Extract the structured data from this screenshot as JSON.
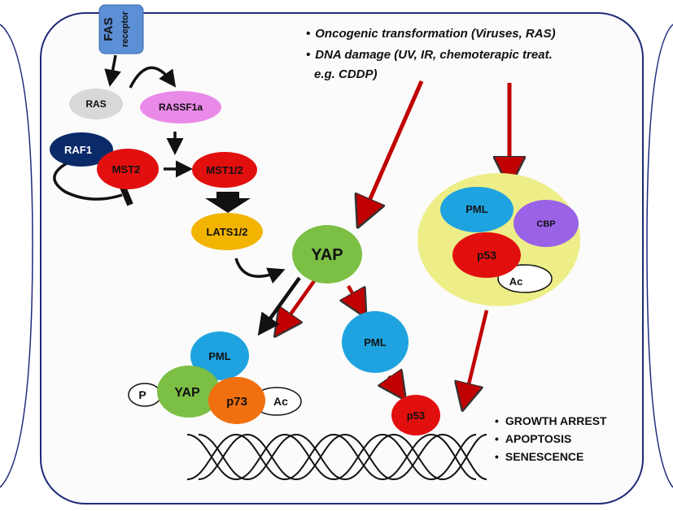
{
  "colors": {
    "cell_border": "#1f2a7a",
    "cell_fill": "#fbfbfb",
    "red_arrow": "#c00000",
    "black_arrow": "#111111",
    "pml": "#1fa3e0",
    "yap": "#7cbf45",
    "red_node": "#e20f0f",
    "p73": "#f07010",
    "lats": "#f2b400",
    "raf1": "#0b2a6a",
    "ras": "#d8d8d8",
    "rassf1a": "#ea8ae8",
    "fas": "#5b8fd6",
    "cbp": "#9a62e6",
    "complex": "#eeee88"
  },
  "nodes": {
    "fas_receptor": {
      "line1": "FAS",
      "line2": "receptor"
    },
    "ras": "RAS",
    "rassf1a": "RASSF1a",
    "raf1": "RAF1",
    "mst2": "MST2",
    "mst12": "MST1/2",
    "lats12": "LATS1/2",
    "yap_center": "YAP",
    "complex": {
      "pml": "PML",
      "cbp": "CBP",
      "p53": "p53",
      "ac": "Ac"
    },
    "pml_mid": "PML",
    "p53_bottom": "p53",
    "yap_complex": {
      "pml": "PML",
      "yap": "YAP",
      "p73": "p73",
      "p": "P",
      "ac": "Ac"
    }
  },
  "stimuli": [
    {
      "bullet": "•",
      "text": "Oncogenic transformation (Viruses, RAS)"
    },
    {
      "bullet": "•",
      "text": "DNA damage (UV, IR, chemoterapic treat."
    },
    {
      "bullet": "",
      "text": "e.g. CDDP)"
    }
  ],
  "outcomes": [
    {
      "bullet": "•",
      "text": "GROWTH ARREST"
    },
    {
      "bullet": "•",
      "text": "APOPTOSIS"
    },
    {
      "bullet": "•",
      "text": "SENESCENCE"
    }
  ]
}
